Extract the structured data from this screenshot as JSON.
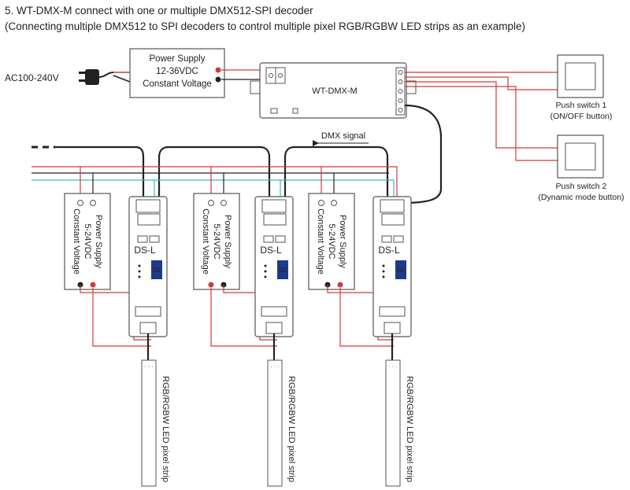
{
  "header": {
    "title": "5. WT-DMX-M connect with one or multiple DMX512-SPI decoder",
    "subtitle": "(Connecting multiple DMX512 to SPI decoders to control multiple pixel RGB/RGBW LED strips as an example)"
  },
  "mains_label": "AC100-240V",
  "main_psu": {
    "line1": "Power Supply",
    "line2": "12-36VDC",
    "line3": "Constant Voltage"
  },
  "controller": {
    "name": "WT-DMX-M"
  },
  "dmx_signal_label": "DMX signal",
  "switch1": {
    "line1": "Push switch 1",
    "line2": "(ON/OFF button)"
  },
  "switch2": {
    "line1": "Push switch 2",
    "line2": "(Dynamic mode button)"
  },
  "decoder_psu": {
    "line1": "Power Supply",
    "line2": "5-24VDC",
    "line3": "Constant Voltage"
  },
  "decoder": {
    "name": "DS-L",
    "display": "00"
  },
  "strip_label": "RGB/RGBW LED pixel strip",
  "colors": {
    "red": "#d23a3a",
    "black": "#1a1a1a",
    "cyan": "#3cb6c8",
    "device": "#555555"
  }
}
